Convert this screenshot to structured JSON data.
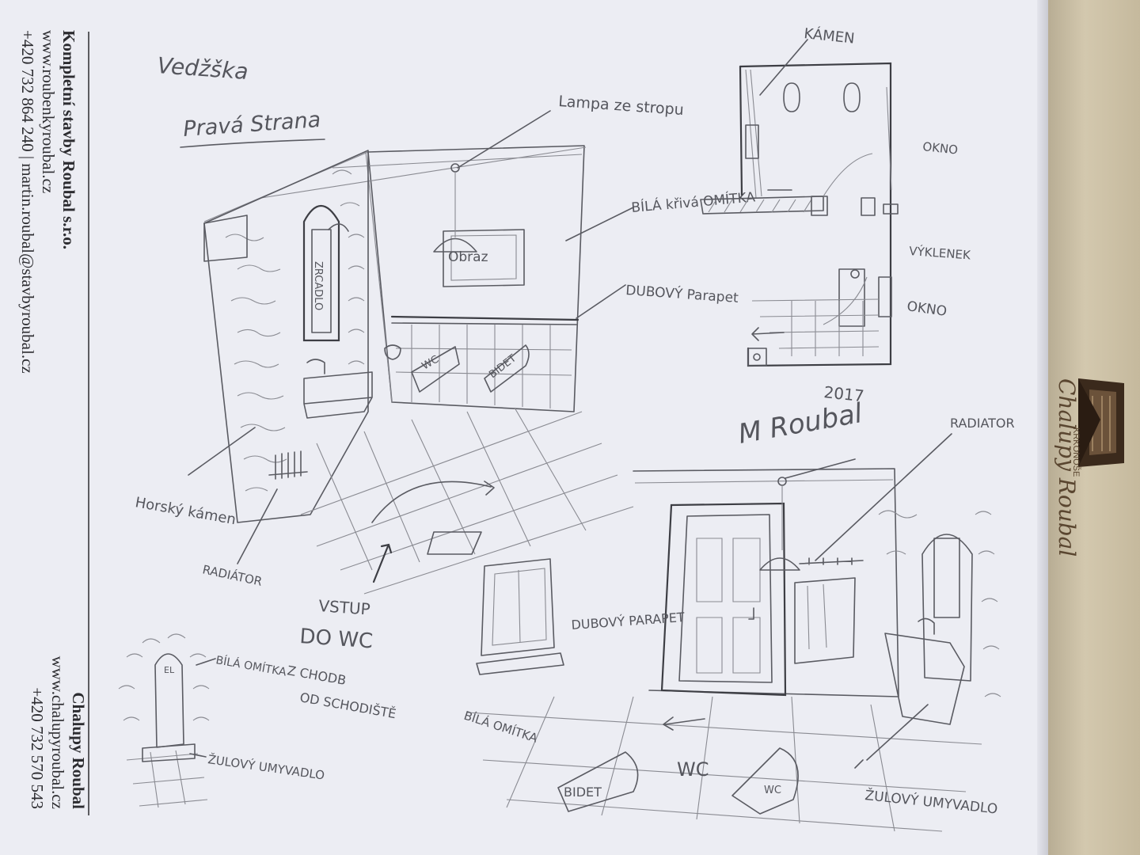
{
  "letterhead_left": {
    "company": "Kompletní stavby Roubal s.r.o.",
    "web": "www.roubenkyroubal.cz",
    "contact": "+420 732 864 240 | martin.roubal@stavbyroubal.cz"
  },
  "letterhead_bottom": {
    "company": "Chalupy Roubal",
    "web": "www.chalupyroubal.cz",
    "phone": "+420 732 570 543"
  },
  "logo": {
    "name": "Chalupy Roubal",
    "region": "KRKONOŠE"
  },
  "sketch_labels": {
    "title": "Vedžška",
    "subtitle": "Pravá Strana",
    "lamp": "Lampa ze stropu",
    "white_plaster": "BÍLÁ křivá OMÍTKA",
    "oak_ledge": "DUBOVÝ Parapet",
    "mirror": "ZRCADLO",
    "picture": "Obraz",
    "wc": "WC",
    "bidet": "BIDET",
    "stone_wall": "Horský kámen",
    "radiator": "RADIÁTOR",
    "entrance_1": "VSTUP",
    "entrance_2": "DO WC",
    "entrance_3": "Z CHODB",
    "entrance_4": "OD SCHODIŠTĚ",
    "el": "EL",
    "white_plaster_small": "BÍLÁ OMÍTKA",
    "granite_basin": "ŽULOVÝ UMYVADLO",
    "stone": "KÁMEN",
    "window_1": "OKNO",
    "window_2": "OKNO",
    "niche": "VÝKLENEK",
    "year": "2017",
    "signature": "M Roubal",
    "radiator_2": "RADIATOR",
    "oak_ledge_2": "DUBOVÝ PARAPET",
    "white_plaster_2": "BÍLÁ OMÍTKA",
    "wc_2": "WC",
    "wc_3": "WC",
    "bidet_2": "BIDET",
    "granite_basin_2": "ŽULOVÝ UMYVADLO"
  }
}
